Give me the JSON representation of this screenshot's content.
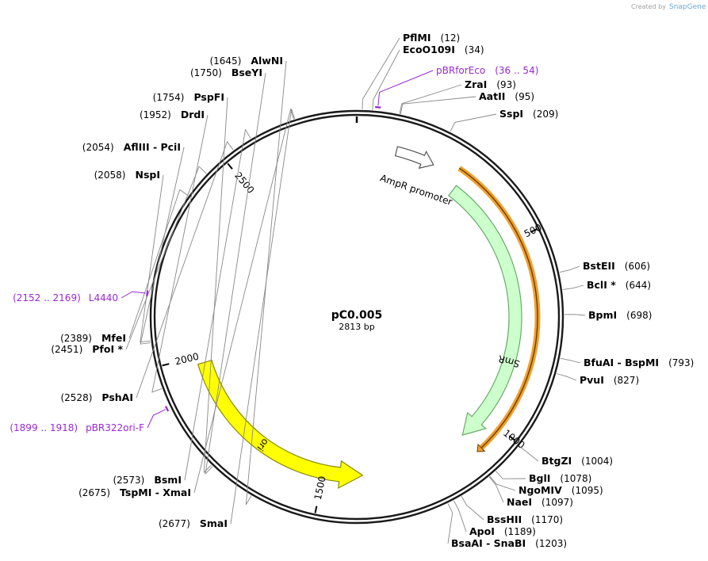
{
  "brand": {
    "created_by": "Created by",
    "name": "SnapGene"
  },
  "plasmid": {
    "name": "pC0.005",
    "length_label": "2813 bp",
    "length": 2813
  },
  "ticks": [
    {
      "pos": 500,
      "label": "500"
    },
    {
      "pos": 1000,
      "label": "1000"
    },
    {
      "pos": 1500,
      "label": "1500"
    },
    {
      "pos": 2000,
      "label": "2000"
    },
    {
      "pos": 2500,
      "label": "2500"
    }
  ],
  "features": [
    {
      "name": "AmpR promoter",
      "start": 105,
      "end": 209,
      "color": "#ffffff",
      "stroke": "#555555"
    },
    {
      "name": "SmR",
      "start": 290,
      "end": 1080,
      "color": "#ccffcc",
      "stroke": "#6aaa6a"
    },
    {
      "name": "ori",
      "start": 1390,
      "end": 1980,
      "color": "#ffff00",
      "stroke": "#8a8a00"
    }
  ],
  "highlight": {
    "start": 270,
    "end": 1080,
    "color": "#f0a030"
  },
  "sites": [
    {
      "name": "PflMI",
      "pos_label": "(12)",
      "pos": 12,
      "side": "right"
    },
    {
      "name": "EcoO109I",
      "pos_label": "(34)",
      "pos": 34,
      "side": "right"
    },
    {
      "name": "ZraI",
      "pos_label": "(93)",
      "pos": 93,
      "side": "right"
    },
    {
      "name": "AatII",
      "pos_label": "(95)",
      "pos": 95,
      "side": "right"
    },
    {
      "name": "SspI",
      "pos_label": "(209)",
      "pos": 209,
      "side": "right"
    },
    {
      "name": "BstEII",
      "pos_label": "(606)",
      "pos": 606,
      "side": "right"
    },
    {
      "name": "BclI *",
      "pos_label": "(644)",
      "pos": 644,
      "side": "right"
    },
    {
      "name": "BpmI",
      "pos_label": "(698)",
      "pos": 698,
      "side": "right"
    },
    {
      "name": "BfuAI  -  BspMI",
      "pos_label": "(793)",
      "pos": 793,
      "side": "right"
    },
    {
      "name": "PvuI",
      "pos_label": "(827)",
      "pos": 827,
      "side": "right"
    },
    {
      "name": "BtgZI",
      "pos_label": "(1004)",
      "pos": 1004,
      "side": "right"
    },
    {
      "name": "BglI",
      "pos_label": "(1078)",
      "pos": 1078,
      "side": "right"
    },
    {
      "name": "NgoMIV",
      "pos_label": "(1095)",
      "pos": 1095,
      "side": "right"
    },
    {
      "name": "NaeI",
      "pos_label": "(1097)",
      "pos": 1097,
      "side": "right"
    },
    {
      "name": "BssHII",
      "pos_label": "(1170)",
      "pos": 1170,
      "side": "right"
    },
    {
      "name": "ApoI",
      "pos_label": "(1189)",
      "pos": 1189,
      "side": "right"
    },
    {
      "name": "BsaAI  -  SnaBI",
      "pos_label": "(1203)",
      "pos": 1203,
      "side": "right"
    },
    {
      "name": "AlwNI",
      "pos_label": "(1645)",
      "pos": 1645,
      "side": "left"
    },
    {
      "name": "BseYI",
      "pos_label": "(1750)",
      "pos": 1750,
      "side": "left"
    },
    {
      "name": "PspFI",
      "pos_label": "(1754)",
      "pos": 1754,
      "side": "left"
    },
    {
      "name": "DrdI",
      "pos_label": "(1952)",
      "pos": 1952,
      "side": "left"
    },
    {
      "name": "AflIII  -  PciI",
      "pos_label": "(2054)",
      "pos": 2054,
      "side": "left"
    },
    {
      "name": "NspI",
      "pos_label": "(2058)",
      "pos": 2058,
      "side": "left"
    },
    {
      "name": "MfeI",
      "pos_label": "(2389)",
      "pos": 2389,
      "side": "left"
    },
    {
      "name": "PfoI *",
      "pos_label": "(2451)",
      "pos": 2451,
      "side": "left"
    },
    {
      "name": "PshAI",
      "pos_label": "(2528)",
      "pos": 2528,
      "side": "left"
    },
    {
      "name": "BsmI",
      "pos_label": "(2573)",
      "pos": 2573,
      "side": "left"
    },
    {
      "name": "TspMI  -  XmaI",
      "pos_label": "(2675)",
      "pos": 2675,
      "side": "left"
    },
    {
      "name": "SmaI",
      "pos_label": "(2677)",
      "pos": 2677,
      "side": "left"
    }
  ],
  "primers": [
    {
      "name": "pBRforEco",
      "range_label": "(36 .. 54)",
      "pos": 45,
      "side": "right"
    },
    {
      "name": "L4440",
      "range_label": "(2152 .. 2169)",
      "pos": 2160,
      "side": "left"
    },
    {
      "name": "pBR322ori-F",
      "range_label": "(1899 .. 1918)",
      "pos": 1908,
      "side": "left"
    }
  ],
  "colors": {
    "backbone": "#1a1a1a",
    "primer": "#9b27d6",
    "leader": "#888888"
  }
}
